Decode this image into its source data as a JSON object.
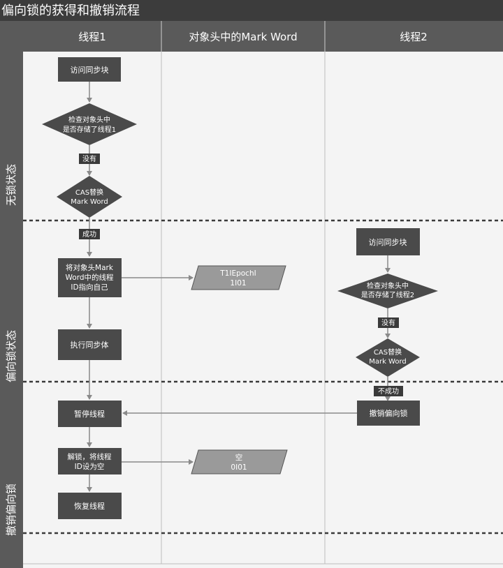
{
  "title": "偏向锁的获得和撤销流程",
  "columns": [
    "线程1",
    "对象头中的Mark Word",
    "线程2"
  ],
  "phases": [
    "无锁状态",
    "偏向锁状态",
    "撤销偏向锁"
  ],
  "thread1": {
    "access_sync": "访问同步块",
    "check_header": [
      "检查对象头中",
      "是否存储了线程1"
    ],
    "edge_none": "没有",
    "cas": [
      "CAS替换",
      "Mark Word"
    ],
    "edge_success": "成功",
    "point_self": [
      "将对象头Mark",
      "Word中的线程",
      "ID指向自己"
    ],
    "exec_sync": "执行同步体",
    "pause": "暂停线程",
    "unlock": [
      "解锁，将线程",
      "ID设为空"
    ],
    "resume": "恢复线程"
  },
  "markword": {
    "biased": [
      "T1IEpochI",
      "1I01"
    ],
    "empty": [
      "空",
      "0I01"
    ]
  },
  "thread2": {
    "access_sync": "访问同步块",
    "check_header": [
      "检查对象头中",
      "是否存储了线程2"
    ],
    "edge_none": "没有",
    "cas": [
      "CAS替换",
      "Mark Word"
    ],
    "edge_fail": "不成功",
    "revoke": "撤销偏向锁"
  },
  "colors": {
    "header_bg": "#5a5a5a",
    "box_fill": "#4a4a4a",
    "para_fill": "#9a9a9a",
    "arrow": "#8a8a8a"
  }
}
